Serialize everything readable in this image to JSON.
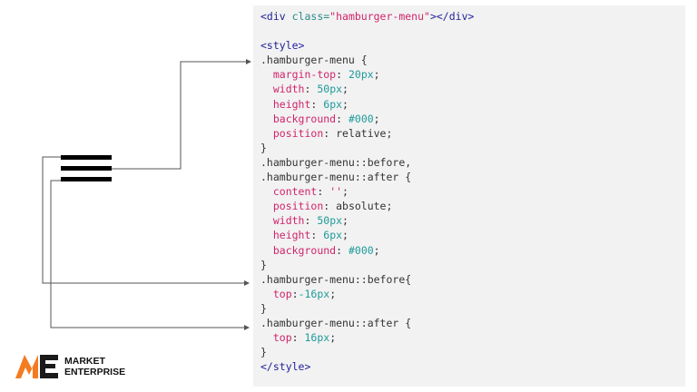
{
  "code": {
    "lines": [
      [
        {
          "t": "<div ",
          "c": "tag"
        },
        {
          "t": "class=",
          "c": "attr"
        },
        {
          "t": "\"hamburger-menu\"",
          "c": "str"
        },
        {
          "t": "></div>",
          "c": "tag"
        }
      ],
      [],
      [
        {
          "t": "<style>",
          "c": "tag"
        }
      ],
      [
        {
          "t": ".hamburger-menu {",
          "c": "sel"
        }
      ],
      [
        {
          "t": "  "
        },
        {
          "t": "margin-top",
          "c": "prop"
        },
        {
          "t": ": "
        },
        {
          "t": "20px",
          "c": "num"
        },
        {
          "t": ";"
        }
      ],
      [
        {
          "t": "  "
        },
        {
          "t": "width",
          "c": "prop"
        },
        {
          "t": ": "
        },
        {
          "t": "50px",
          "c": "num"
        },
        {
          "t": ";"
        }
      ],
      [
        {
          "t": "  "
        },
        {
          "t": "height",
          "c": "prop"
        },
        {
          "t": ": "
        },
        {
          "t": "6px",
          "c": "num"
        },
        {
          "t": ";"
        }
      ],
      [
        {
          "t": "  "
        },
        {
          "t": "background",
          "c": "prop"
        },
        {
          "t": ": "
        },
        {
          "t": "#000",
          "c": "num"
        },
        {
          "t": ";"
        }
      ],
      [
        {
          "t": "  "
        },
        {
          "t": "position",
          "c": "prop"
        },
        {
          "t": ": relative;"
        }
      ],
      [
        {
          "t": "}",
          "c": "sel"
        }
      ],
      [
        {
          "t": ".hamburger-menu::before,",
          "c": "sel"
        }
      ],
      [
        {
          "t": ".hamburger-menu::after {",
          "c": "sel"
        }
      ],
      [
        {
          "t": "  "
        },
        {
          "t": "content",
          "c": "prop"
        },
        {
          "t": ": "
        },
        {
          "t": "''",
          "c": "str"
        },
        {
          "t": ";"
        }
      ],
      [
        {
          "t": "  "
        },
        {
          "t": "position",
          "c": "prop"
        },
        {
          "t": ": absolute;"
        }
      ],
      [
        {
          "t": "  "
        },
        {
          "t": "width",
          "c": "prop"
        },
        {
          "t": ": "
        },
        {
          "t": "50px",
          "c": "num"
        },
        {
          "t": ";"
        }
      ],
      [
        {
          "t": "  "
        },
        {
          "t": "height",
          "c": "prop"
        },
        {
          "t": ": "
        },
        {
          "t": "6px",
          "c": "num"
        },
        {
          "t": ";"
        }
      ],
      [
        {
          "t": "  "
        },
        {
          "t": "background",
          "c": "prop"
        },
        {
          "t": ": "
        },
        {
          "t": "#000",
          "c": "num"
        },
        {
          "t": ";"
        }
      ],
      [
        {
          "t": "}",
          "c": "sel"
        }
      ],
      [
        {
          "t": ".hamburger-menu::before{",
          "c": "sel"
        }
      ],
      [
        {
          "t": "  "
        },
        {
          "t": "top",
          "c": "prop"
        },
        {
          "t": ":"
        },
        {
          "t": "-16px",
          "c": "num"
        },
        {
          "t": ";"
        }
      ],
      [
        {
          "t": "}",
          "c": "sel"
        }
      ],
      [
        {
          "t": ".hamburger-menu::after {",
          "c": "sel"
        }
      ],
      [
        {
          "t": "  "
        },
        {
          "t": "top",
          "c": "prop"
        },
        {
          "t": ": "
        },
        {
          "t": "16px",
          "c": "num"
        },
        {
          "t": ";"
        }
      ],
      [
        {
          "t": "}",
          "c": "sel"
        }
      ],
      [
        {
          "t": "</style>",
          "c": "tag"
        }
      ]
    ]
  },
  "preview": {
    "icon": "hamburger-menu-icon",
    "bar_count": 3,
    "bar_color": "#000000"
  },
  "logo": {
    "line1": "MARKET",
    "line2": "ENTERPRISE",
    "accent_color": "#f47b20"
  },
  "colors": {
    "panel_bg": "#f2f2f2",
    "tag": "#22229a",
    "string": "#d0246a",
    "number": "#1f9a9a"
  }
}
